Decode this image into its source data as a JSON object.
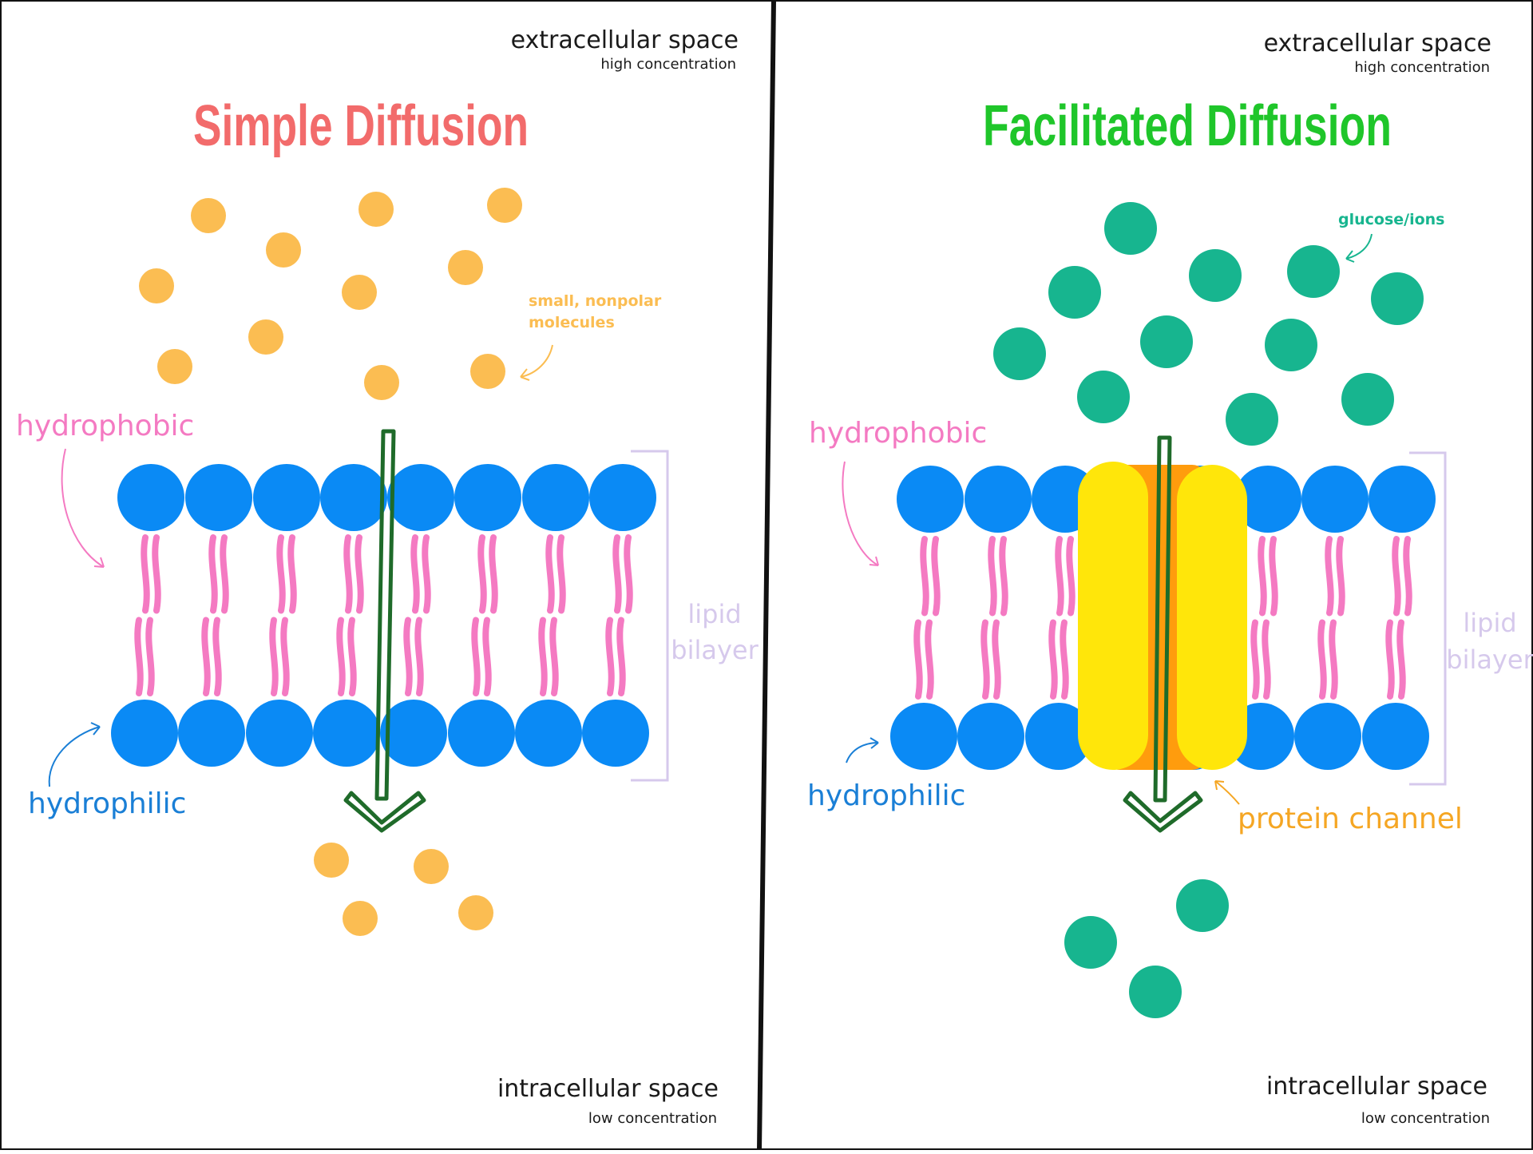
{
  "colors": {
    "simple_title": "#f26b6b",
    "facilitated_title": "#1fc62a",
    "small_molecule": "#fbbd52",
    "glucose": "#17b58f",
    "head": "#0a8af5",
    "tail": "#f47ac2",
    "arrow": "#1f6b2a",
    "bilayer_label": "#d6c9ec",
    "protein_yellow": "#ffe60a",
    "protein_orange": "#ff9c0d",
    "protein_label": "#f5a623",
    "hydrophobic_label": "#f47ac2",
    "hydrophilic_label": "#1a7fd6",
    "text_dark": "#1a1a1a"
  },
  "left": {
    "extracellular_title": "extracellular space",
    "extracellular_sub": "high concentration",
    "title": "Simple Diffusion",
    "molecule_label_line1": "small, nonpolar",
    "molecule_label_line2": "molecules",
    "hydrophobic_label": "hydrophobic",
    "hydrophilic_label": "hydrophilic",
    "bilayer_label_line1": "lipid",
    "bilayer_label_line2": "bilayer",
    "intracellular_title": "intracellular space",
    "intracellular_sub": "low concentration"
  },
  "right": {
    "extracellular_title": "extracellular space",
    "extracellular_sub": "high concentration",
    "title": "Facilitated Diffusion",
    "molecule_label": "glucose/ions",
    "hydrophobic_label": "hydrophobic",
    "hydrophilic_label": "hydrophilic",
    "bilayer_label_line1": "lipid",
    "bilayer_label_line2": "bilayer",
    "protein_label": "protein channel",
    "intracellular_title": "intracellular space",
    "intracellular_sub": "low concentration"
  },
  "icons": {
    "flow_arrow": "down-arrow-icon",
    "label_pointer": "curved-arrow-icon"
  }
}
